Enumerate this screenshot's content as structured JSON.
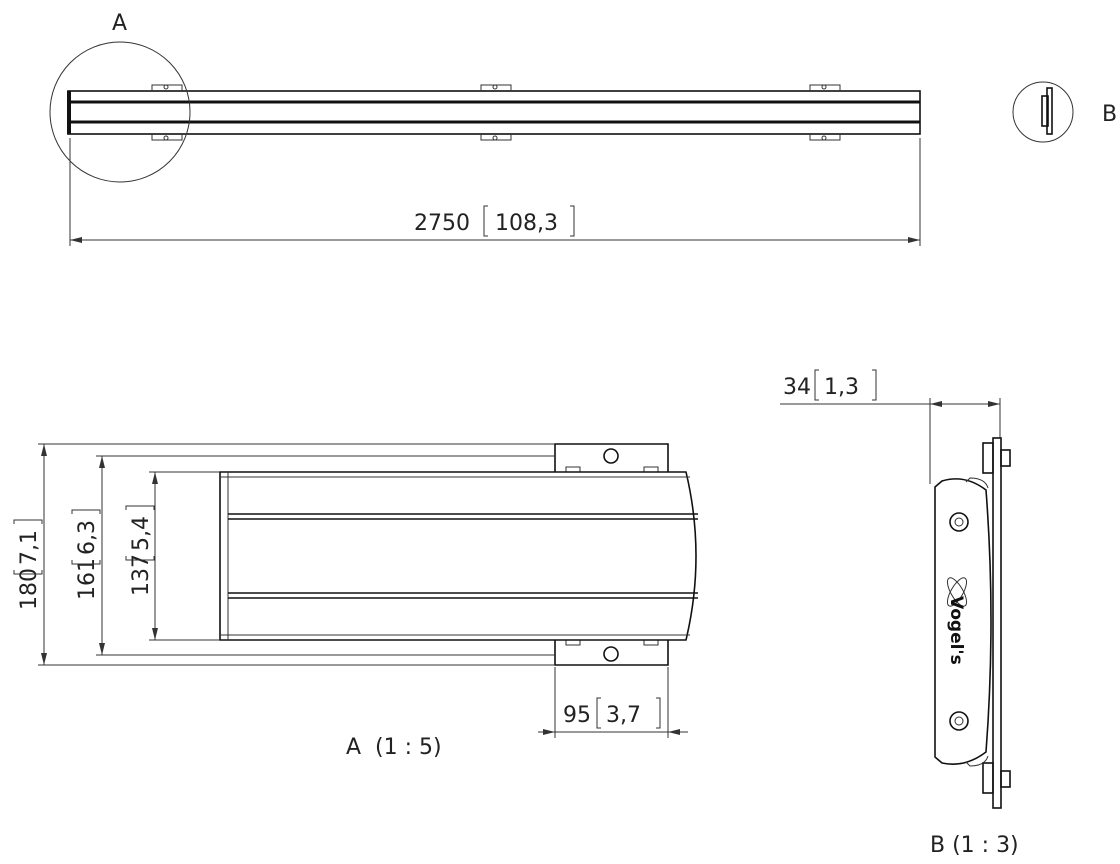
{
  "drawing": {
    "overview": {
      "detail_a_marker": "A",
      "detail_b_marker": "B",
      "length_mm": "2750",
      "length_in": "108,3"
    },
    "detail_a": {
      "title": "A  (1 : 5)",
      "dims": [
        {
          "mm": "180",
          "in": "7,1"
        },
        {
          "mm": "161",
          "in": "6,3"
        },
        {
          "mm": "137",
          "in": "5,4"
        },
        {
          "mm": "95",
          "in": "3,7"
        }
      ]
    },
    "detail_b": {
      "title": "B (1 : 3)",
      "depth_mm": "34",
      "depth_in": "1,3",
      "logo_text": "Vogel's"
    }
  }
}
